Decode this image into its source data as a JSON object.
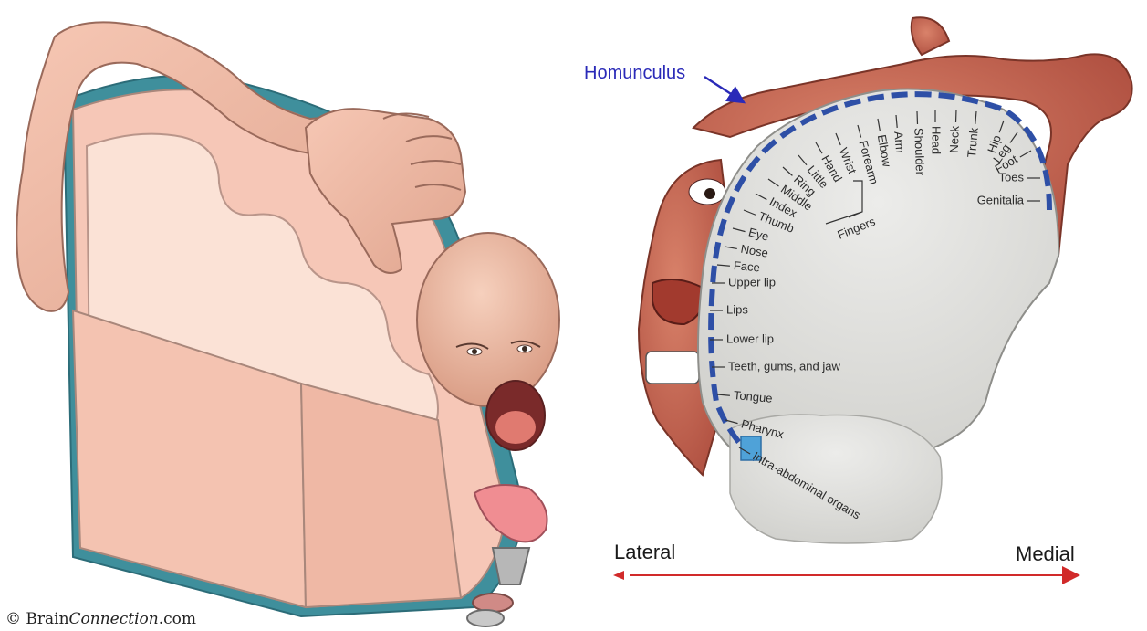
{
  "copyright": {
    "symbol": "©",
    "brand_prefix": "Brain",
    "brand_italic": "Connection",
    "brand_suffix": ".com"
  },
  "homunculus_label": "Homunculus",
  "axis": {
    "left": "Lateral",
    "right": "Medial"
  },
  "body_parts": [
    "Genitalia",
    "Toes",
    "Foot",
    "Leg",
    "Hip",
    "Trunk",
    "Neck",
    "Head",
    "Shoulder",
    "Arm",
    "Elbow",
    "Forearm",
    "Wrist",
    "Hand",
    "Little",
    "Ring",
    "Middle",
    "Index",
    "Thumb",
    "Eye",
    "Nose",
    "Face",
    "Upper lip",
    "Lips",
    "Lower lip",
    "Teeth, gums, and jaw",
    "Tongue",
    "Pharynx",
    "Intra-abdominal organs"
  ],
  "fingers_label": "Fingers",
  "colors": {
    "cortex": "#f6c7b7",
    "white_matter": "#fbe2d6",
    "meninges": "#3f8f9c",
    "skin_red": "#c0604a",
    "brain_gray": "#d9d9d6",
    "arrow_red": "#d12a2a",
    "homunculus_blue": "#2a2ab8",
    "band_blue": "#2e4fa6"
  }
}
